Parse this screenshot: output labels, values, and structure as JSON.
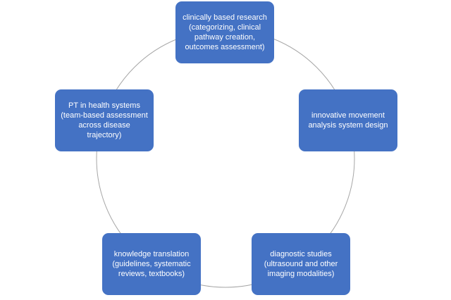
{
  "diagram": {
    "colors": {
      "node_fill": "#4472c4",
      "node_text": "#ffffff",
      "ring": "#a6a6a6",
      "background": "#ffffff"
    },
    "nodes": [
      {
        "id": "top",
        "label": "clinically based research (categorizing, clinical pathway creation, outcomes assessment)"
      },
      {
        "id": "right",
        "label": "innovative movement analysis system design"
      },
      {
        "id": "bottom-right",
        "label": "diagnostic studies (ultrasound and other imaging modalities)"
      },
      {
        "id": "bottom-left",
        "label": "knowledge translation (guidelines, systematic reviews, textbooks)"
      },
      {
        "id": "left",
        "label": "PT in health systems (team-based assessment across disease trajectory)"
      }
    ]
  }
}
